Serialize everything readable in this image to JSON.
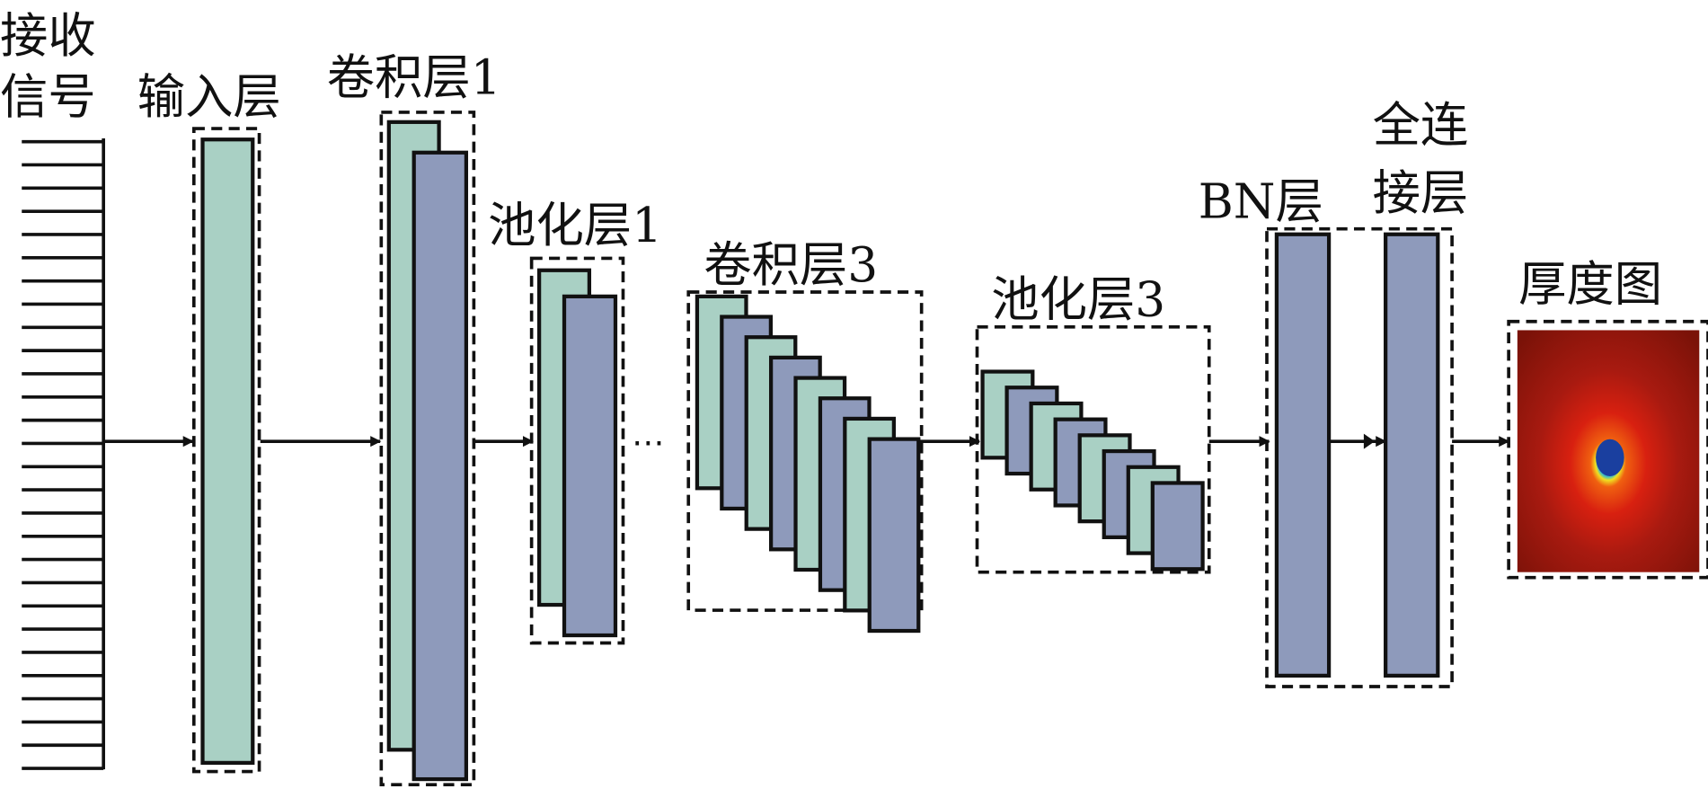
{
  "labels": {
    "signal_line1": "接收",
    "signal_line2": "信号",
    "input_layer": "输入层",
    "conv1": "卷积层1",
    "pool1": "池化层1",
    "conv3": "卷积层3",
    "pool3": "池化层3",
    "bn": "BN层",
    "fc_line1": "全连",
    "fc_line2": "接层",
    "output": "厚度图"
  },
  "colors": {
    "feature_map_teal": "#a9d0c4",
    "feature_map_blue": "#8e9abb"
  },
  "ellipsis": "⋯"
}
